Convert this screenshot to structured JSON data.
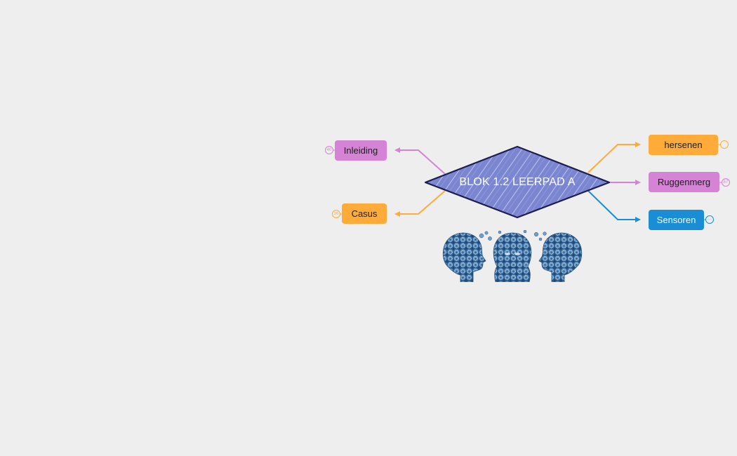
{
  "central_topic": {
    "label": "BLOK 1.2 LEERPAD A",
    "fill_color": "#7b86d1",
    "border_color": "#1b1e4f"
  },
  "illustration": {
    "name": "gear-heads-illustration",
    "color": "#3f75a8"
  },
  "branches": [
    {
      "id": "inleiding",
      "label": "Inleiding",
      "color": "#d583d5",
      "side": "left"
    },
    {
      "id": "casus",
      "label": "Casus",
      "color": "#ffab3a",
      "side": "left"
    },
    {
      "id": "hersenen",
      "label": "hersenen",
      "color": "#ffab3a",
      "side": "right"
    },
    {
      "id": "ruggenmerg",
      "label": "Ruggenmerg",
      "color": "#d583d5",
      "side": "right"
    },
    {
      "id": "sensoren",
      "label": "Sensoren",
      "color": "#1a8ed4",
      "side": "right"
    }
  ],
  "canvas": {
    "background": "#eeeeee"
  }
}
